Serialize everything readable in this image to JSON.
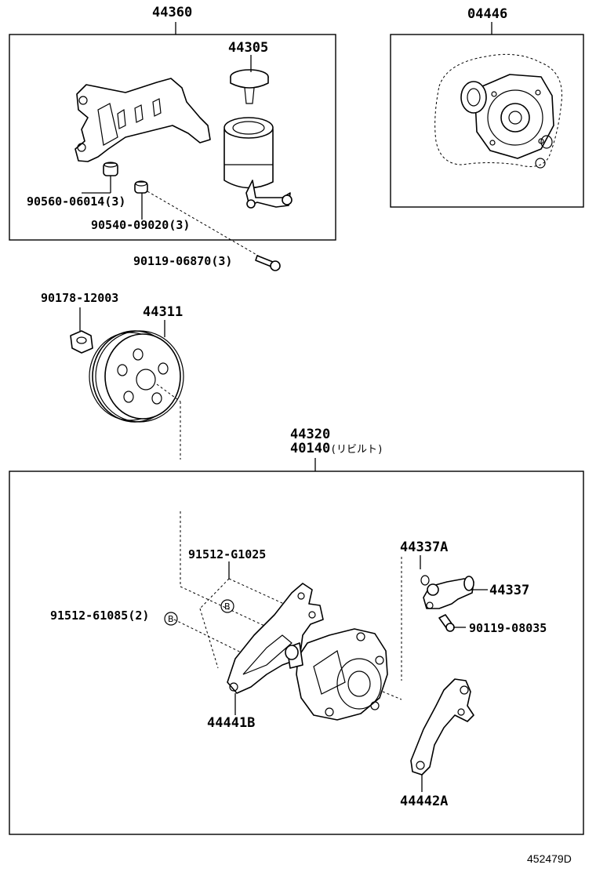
{
  "diagram_id": "452479D",
  "callout_letter": "B",
  "labels": {
    "p44360": "44360",
    "p04446": "04446",
    "p44305": "44305",
    "p90560": "90560-06014",
    "p90560_qty": "(3)",
    "p90540": "90540-09020",
    "p90540_qty": "(3)",
    "p90119a": "90119-06870",
    "p90119a_qty": "(3)",
    "p90178": "90178-12003",
    "p44311": "44311",
    "p44320": "44320",
    "p40140": "40140",
    "p40140_note": "(リビルト)",
    "p91512g": "91512-G1025",
    "p91512_6": "91512-61085",
    "p91512_6_qty": "(2)",
    "p44337a": "44337A",
    "p44337": "44337",
    "p90119b": "90119-08035",
    "p44441b": "44441B",
    "p44442a": "44442A"
  }
}
